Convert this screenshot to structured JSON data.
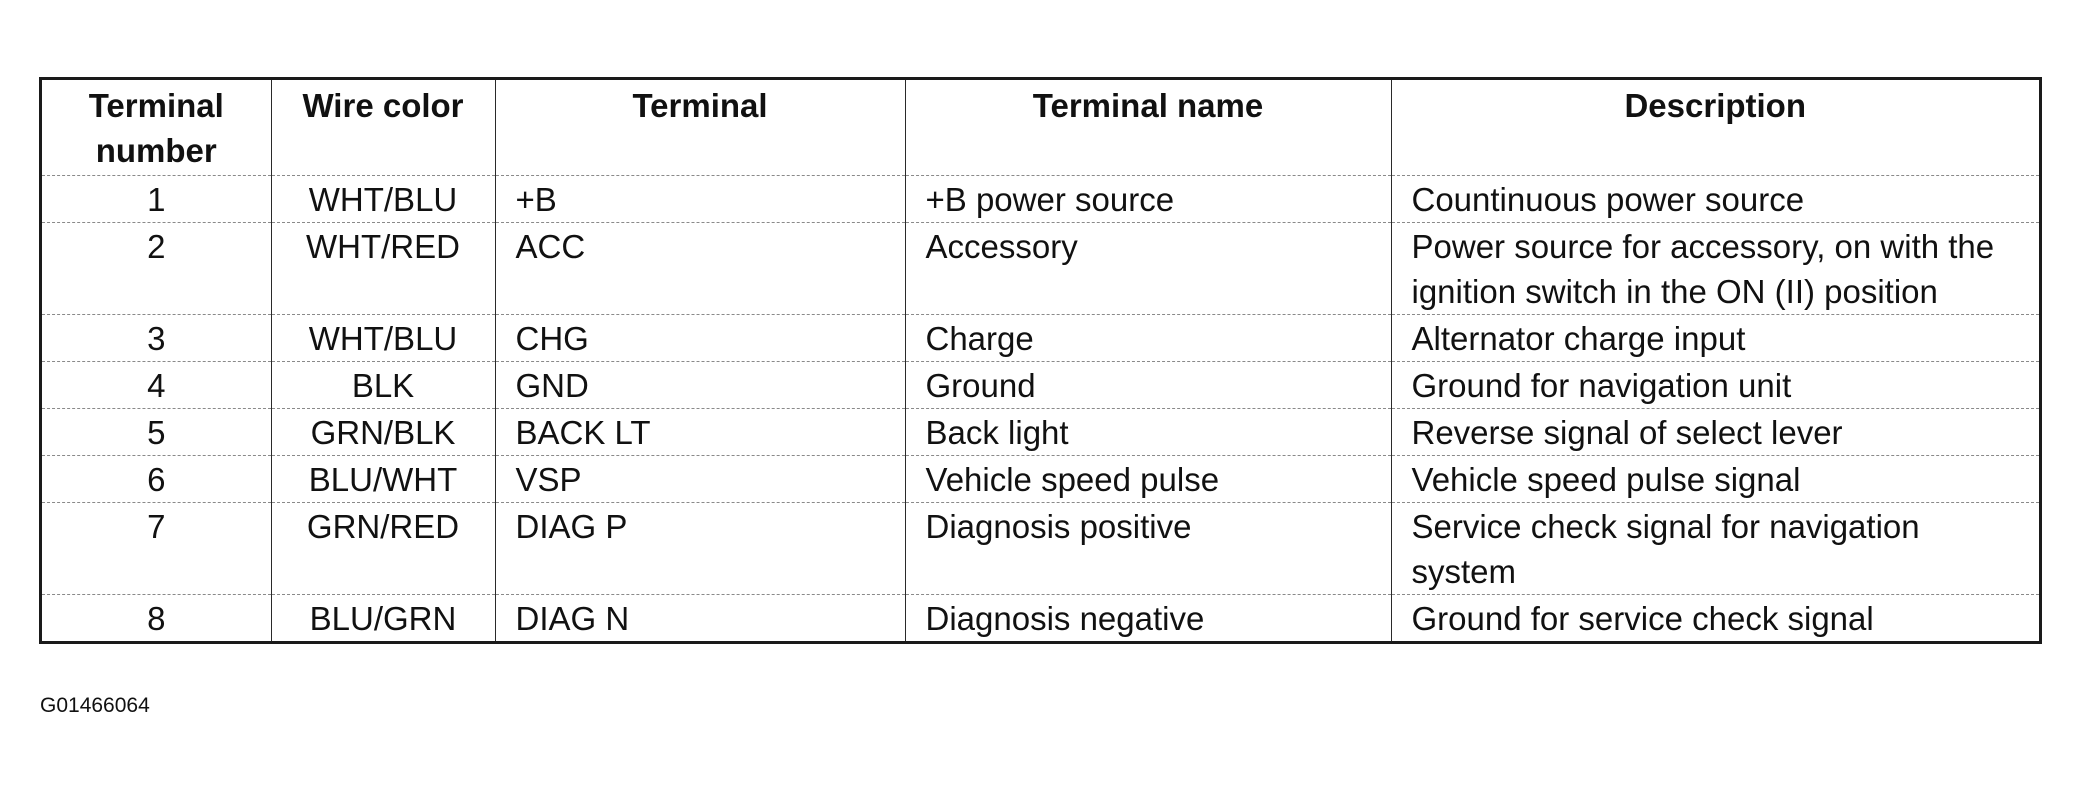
{
  "table": {
    "headers": [
      "Terminal number",
      "Wire color",
      "Terminal",
      "Terminal name",
      "Description"
    ],
    "rows": [
      [
        "1",
        "WHT/BLU",
        "+B",
        "+B power source",
        "Countinuous power source"
      ],
      [
        "2",
        "WHT/RED",
        "ACC",
        "Accessory",
        "Power source for accessory, on with the ignition switch in the ON (II) position"
      ],
      [
        "3",
        "WHT/BLU",
        "CHG",
        "Charge",
        "Alternator charge input"
      ],
      [
        "4",
        "BLK",
        "GND",
        "Ground",
        "Ground for navigation unit"
      ],
      [
        "5",
        "GRN/BLK",
        "BACK LT",
        "Back light",
        "Reverse signal of select lever"
      ],
      [
        "6",
        "BLU/WHT",
        "VSP",
        "Vehicle speed pulse",
        "Vehicle speed pulse signal"
      ],
      [
        "7",
        "GRN/RED",
        "DIAG P",
        "Diagnosis positive",
        "Service check signal for navigation system"
      ],
      [
        "8",
        "BLU/GRN",
        "DIAG N",
        "Diagnosis negative",
        "Ground for service check signal"
      ]
    ]
  },
  "figure_id": "G01466064"
}
